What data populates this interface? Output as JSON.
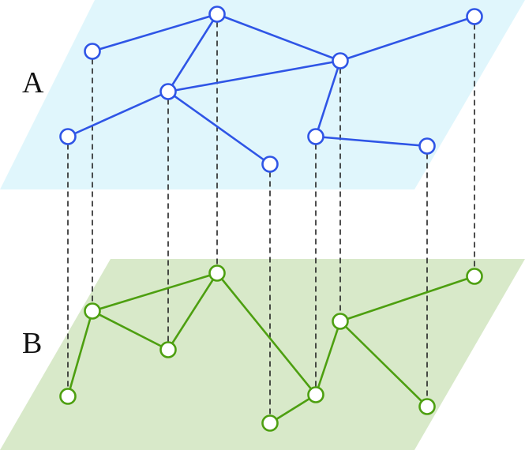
{
  "layers": [
    {
      "id": "A",
      "label": "A",
      "plane_color": "#e0f6fc",
      "node_color": "#2f55e6",
      "edge_color": "#2f55e6"
    },
    {
      "id": "B",
      "label": "B",
      "plane_color": "#d8e9c9",
      "node_color": "#4d9f10",
      "edge_color": "#4d9f10"
    }
  ],
  "nodes": [
    "n1",
    "n2",
    "n3",
    "n4",
    "n5",
    "n6",
    "n7",
    "n8",
    "n9",
    "n10"
  ],
  "edges": {
    "A": [
      [
        "n1",
        "n2"
      ],
      [
        "n2",
        "n3"
      ],
      [
        "n3",
        "n4"
      ],
      [
        "n2",
        "n5"
      ],
      [
        "n5",
        "n3"
      ],
      [
        "n5",
        "n6"
      ],
      [
        "n5",
        "n7"
      ],
      [
        "n3",
        "n8"
      ],
      [
        "n8",
        "n9"
      ],
      [
        "n4",
        "n10"
      ]
    ],
    "B": [
      [
        "n1",
        "n2"
      ],
      [
        "n1",
        "n5"
      ],
      [
        "n2",
        "n5"
      ],
      [
        "n1",
        "n6"
      ],
      [
        "n2",
        "n8"
      ],
      [
        "n8",
        "n7"
      ],
      [
        "n8",
        "n3"
      ],
      [
        "n3",
        "n4"
      ],
      [
        "n3",
        "n9"
      ]
    ]
  },
  "interlayer_links": "all-nodes"
}
